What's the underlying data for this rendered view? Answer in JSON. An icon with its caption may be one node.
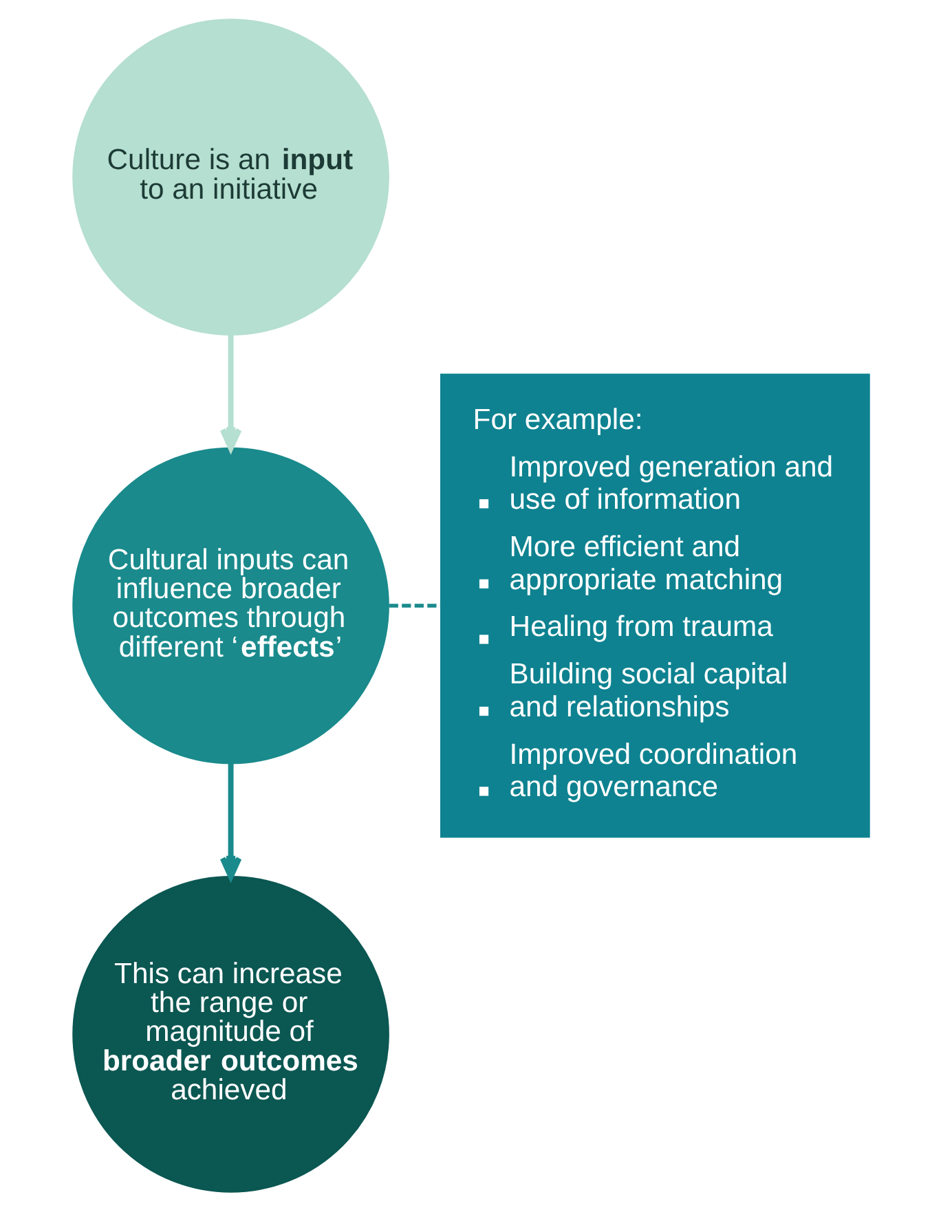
{
  "diagram": {
    "nodes": [
      {
        "text": [
          "Culture is an **input** to an initiative"
        ]
      },
      {
        "text": [
          "Cultural inputs can influence broader outcomes through different ‘**effects**’"
        ]
      },
      {
        "text": [
          "This can increase the range or magnitude of **broader outcomes** achieved"
        ]
      },
      {
        "text": [
          "For example:",
          "Improved generation and use of information",
          "More efficient and appropriate matching",
          "Healing from trauma",
          "Building social capital and relationships",
          "Improved coordination and governance"
        ]
      }
    ],
    "edges": [
      {
        "from": 0,
        "to": 1,
        "arrow": "to",
        "color": "#b5dfd0"
      },
      {
        "from": 1,
        "to": 2,
        "arrow": "to"
      },
      {
        "from": 1,
        "to": 3,
        "arrow": "none",
        "style": "dashed"
      }
    ]
  }
}
